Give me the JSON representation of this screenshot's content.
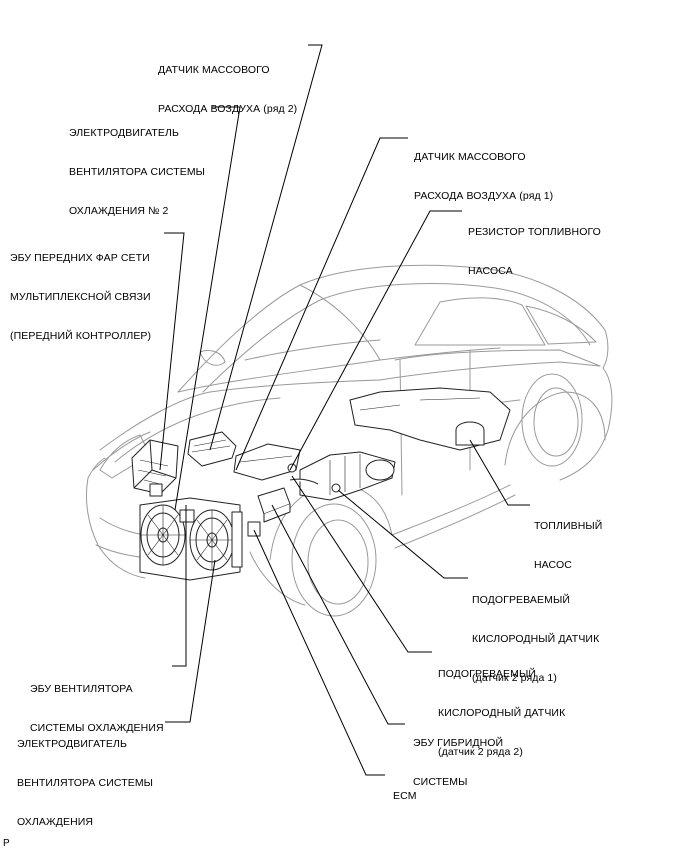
{
  "labels": {
    "maf_bank2": [
      "ДАТЧИК МАССОВОГО",
      "РАСХОДА ВОЗДУХА (ряд 2)"
    ],
    "fan_motor_2": [
      "ЭЛЕКТРОДВИГАТЕЛЬ",
      "ВЕНТИЛЯТОРА СИСТЕМЫ",
      "ОХЛАЖДЕНИЯ № 2"
    ],
    "maf_bank1": [
      "ДАТЧИК МАССОВОГО",
      "РАСХОДА ВОЗДУХА (ряд 1)"
    ],
    "fuel_pump_resistor": [
      "РЕЗИСТОР ТОПЛИВНОГО",
      "НАСОСА"
    ],
    "headlight_ecu": [
      "ЭБУ ПЕРЕДНИХ ФАР СЕТИ",
      "МУЛЬТИПЛЕКСНОЙ СВЯЗИ",
      "(ПЕРЕДНИЙ КОНТРОЛЛЕР)"
    ],
    "fuel_pump": [
      "ТОПЛИВНЫЙ",
      "НАСОС"
    ],
    "ho2s_b1s2": [
      "ПОДОГРЕВАЕМЫЙ",
      "КИСЛОРОДНЫЙ ДАТЧИК",
      "(датчик 2 ряда 1)"
    ],
    "ho2s_b2s2": [
      "ПОДОГРЕВАЕМЫЙ",
      "КИСЛОРОДНЫЙ ДАТЧИК",
      "(датчик 2 ряда 2)"
    ],
    "fan_ecu": [
      "ЭБУ ВЕНТИЛЯТОРА",
      "СИСТЕМЫ ОХЛАЖДЕНИЯ"
    ],
    "hybrid_ecu": [
      "ЭБУ ГИБРИДНОЙ",
      "СИСТЕМЫ"
    ],
    "fan_motor": [
      "ЭЛЕКТРОДВИГАТЕЛЬ",
      "ВЕНТИЛЯТОРА СИСТЕМЫ",
      "ОХЛАЖДЕНИЯ"
    ],
    "ecm": [
      "ECM"
    ]
  },
  "corner_mark": "P",
  "colors": {
    "line": "#000000",
    "car_outline": "#9a9a9a",
    "component": "#222222"
  }
}
